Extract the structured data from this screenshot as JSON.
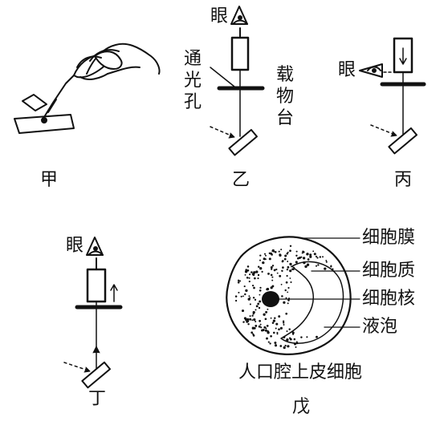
{
  "panels": {
    "jia": {
      "label": "甲"
    },
    "yi": {
      "label": "乙",
      "eye": "眼",
      "aperture": [
        "通",
        "光",
        "孔"
      ],
      "stage": [
        "载",
        "物",
        "台"
      ]
    },
    "bing": {
      "label": "丙",
      "eye": "眼"
    },
    "ding": {
      "label": "丁",
      "eye": "眼"
    },
    "wu": {
      "label": "戊",
      "title": "人口腔上皮细胞",
      "parts": [
        "细胞膜",
        "细胞质",
        "细胞核",
        "液泡"
      ]
    }
  }
}
